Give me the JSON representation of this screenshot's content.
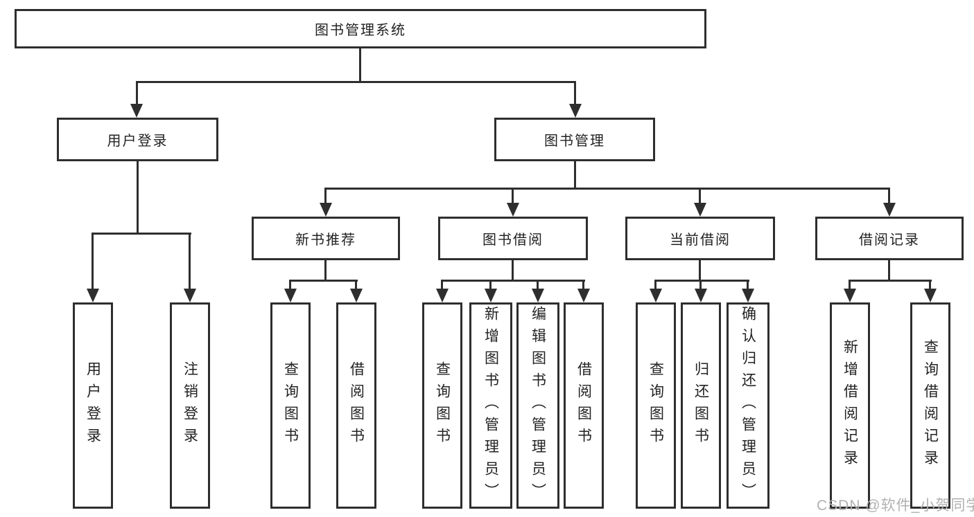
{
  "tree": {
    "label": "图书管理系统",
    "children": [
      {
        "label": "用户登录",
        "children": [
          {
            "label": "用户登录"
          },
          {
            "label": "注销登录"
          }
        ]
      },
      {
        "label": "图书管理",
        "children": [
          {
            "label": "新书推荐",
            "children": [
              {
                "label": "查询图书"
              },
              {
                "label": "借阅图书"
              }
            ]
          },
          {
            "label": "图书借阅",
            "children": [
              {
                "label": "查询图书"
              },
              {
                "label": "新增图书（管理员）"
              },
              {
                "label": "编辑图书（管理员）"
              },
              {
                "label": "借阅图书"
              }
            ]
          },
          {
            "label": "当前借阅",
            "children": [
              {
                "label": "查询图书"
              },
              {
                "label": "归还图书"
              },
              {
                "label": "确认归还（管理员）"
              }
            ]
          },
          {
            "label": "借阅记录",
            "children": [
              {
                "label": "新增借阅记录"
              },
              {
                "label": "查询借阅记录"
              }
            ]
          }
        ]
      }
    ]
  },
  "watermark": {
    "text": "CSDN @软件_小贺同学",
    "color": "#b1b1b1"
  },
  "colors": {
    "line": "#2e2e2e",
    "box_border": "#2e2e2e",
    "text": "#222222",
    "background": "#ffffff"
  }
}
